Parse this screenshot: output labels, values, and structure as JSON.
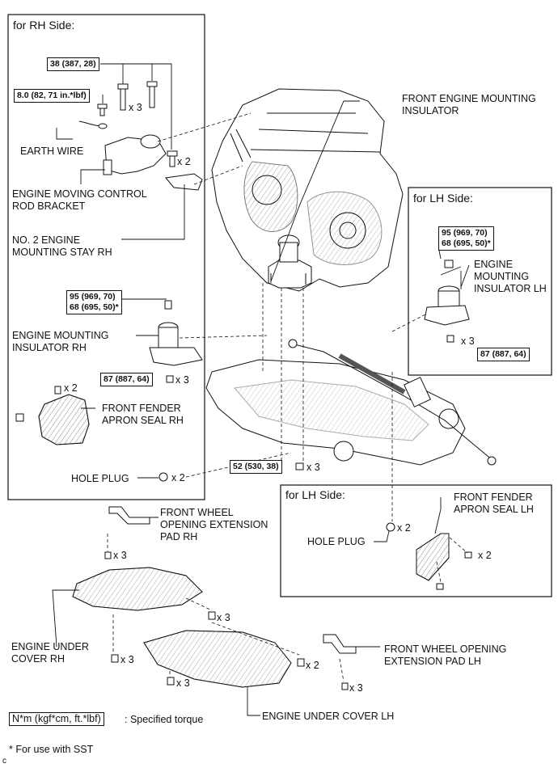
{
  "panels": {
    "rh_side": "for RH Side:",
    "lh_side_top": "for LH Side:",
    "lh_side_bottom": "for LH Side:"
  },
  "torques": {
    "t38": "38 (387, 28)",
    "t8": "8.0 (82, 71 in.*lbf)",
    "t95_rh": "95 (969, 70)\n68 (695, 50)*",
    "t87_rh": "87 (887, 64)",
    "t95_lh": "95 (969, 70)\n68 (695, 50)*",
    "t87_lh": "87 (887, 64)",
    "t52": "52 (530, 38)"
  },
  "counts": {
    "x3": "x 3",
    "x2": "x 2"
  },
  "labels": {
    "earth_wire": "EARTH WIRE",
    "moving_bracket": "ENGINE MOVING CONTROL\nROD BRACKET",
    "stay_rh": "NO. 2 ENGINE\nMOUNTING STAY RH",
    "front_insulator": "FRONT ENGINE MOUNTING\nINSULATOR",
    "insulator_rh": "ENGINE MOUNTING\nINSULATOR RH",
    "insulator_lh": "ENGINE\nMOUNTING\nINSULATOR LH",
    "apron_rh": "FRONT FENDER\nAPRON SEAL RH",
    "hole_plug_rh": "HOLE PLUG",
    "hole_plug_lh": "HOLE PLUG",
    "apron_lh": "FRONT FENDER\nAPRON SEAL LH",
    "pad_rh": "FRONT WHEEL\nOPENING EXTENSION\nPAD RH",
    "pad_lh": "FRONT WHEEL OPENING\nEXTENSION PAD LH",
    "under_rh": "ENGINE UNDER\nCOVER RH",
    "under_lh": "ENGINE UNDER COVER LH"
  },
  "legend": {
    "key": "N*m (kgf*cm, ft.*lbf)",
    "desc": ": Specified torque",
    "sst_note": "* For use with SST",
    "corner_mark": "c"
  }
}
